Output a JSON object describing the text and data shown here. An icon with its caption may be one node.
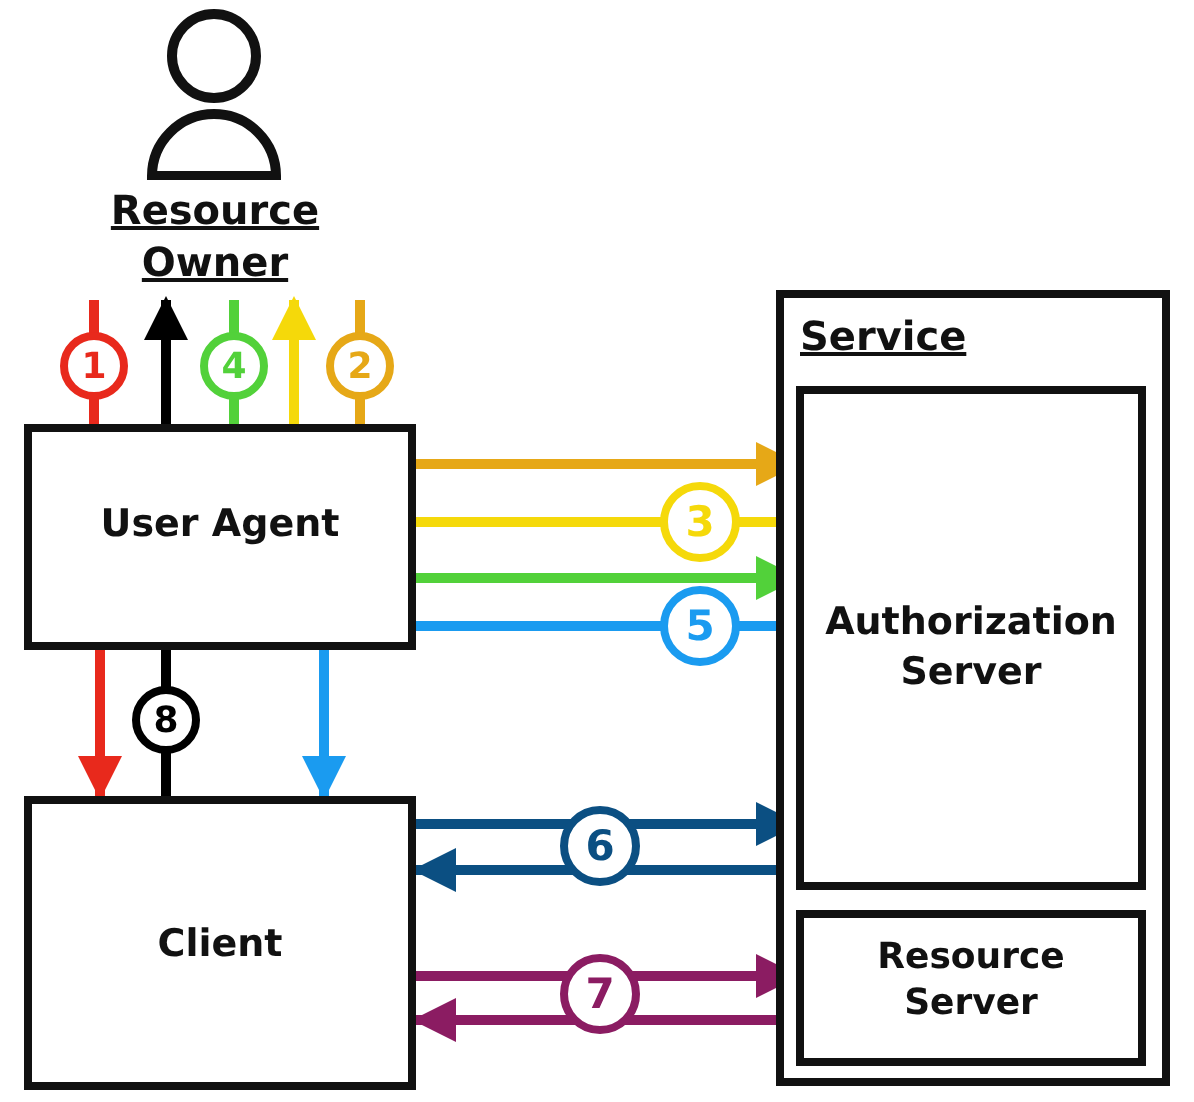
{
  "diagram": {
    "nodes": [
      {
        "text": [
          "Resource Owner"
        ]
      },
      {
        "text": [
          "User Agent"
        ]
      },
      {
        "text": [
          "Service"
        ]
      },
      {
        "text": [
          "Authorization Server"
        ],
        "in": 2
      },
      {
        "text": [
          "Resource Server"
        ],
        "in": 2
      },
      {
        "text": [
          "Client"
        ]
      }
    ],
    "edges": [
      {
        "from": 1,
        "to": 0,
        "arrow": "none",
        "label": "1",
        "color": "#e8291c"
      },
      {
        "from": 1,
        "to": 0,
        "arrow": "to",
        "color": "#000000"
      },
      {
        "from": 1,
        "to": 0,
        "arrow": "none",
        "label": "4",
        "color": "#52d13a"
      },
      {
        "from": 1,
        "to": 0,
        "arrow": "to",
        "color": "#f5d90a"
      },
      {
        "from": 1,
        "to": 0,
        "arrow": "none",
        "label": "2",
        "color": "#e6a817"
      },
      {
        "from": 1,
        "to": 3,
        "arrow": "to",
        "color": "#e6a817"
      },
      {
        "from": 1,
        "to": 3,
        "arrow": "none",
        "label": "3",
        "color": "#f5d90a"
      },
      {
        "from": 1,
        "to": 3,
        "arrow": "to",
        "color": "#52d13a"
      },
      {
        "from": 1,
        "to": 3,
        "arrow": "none",
        "label": "5",
        "color": "#1a9bf0"
      },
      {
        "from": 1,
        "to": 5,
        "arrow": "to",
        "color": "#e8291c"
      },
      {
        "from": 1,
        "to": 5,
        "arrow": "none",
        "label": "8",
        "color": "#000000"
      },
      {
        "from": 1,
        "to": 5,
        "arrow": "to",
        "color": "#1a9bf0"
      },
      {
        "from": 5,
        "to": 3,
        "arrow": "to",
        "label": "6",
        "color": "#0b4f82"
      },
      {
        "from": 3,
        "to": 5,
        "arrow": "to",
        "color": "#0b4f82"
      },
      {
        "from": 5,
        "to": 4,
        "arrow": "to",
        "label": "7",
        "color": "#8b1c62"
      },
      {
        "from": 4,
        "to": 5,
        "arrow": "to",
        "color": "#8b1c62"
      }
    ]
  }
}
